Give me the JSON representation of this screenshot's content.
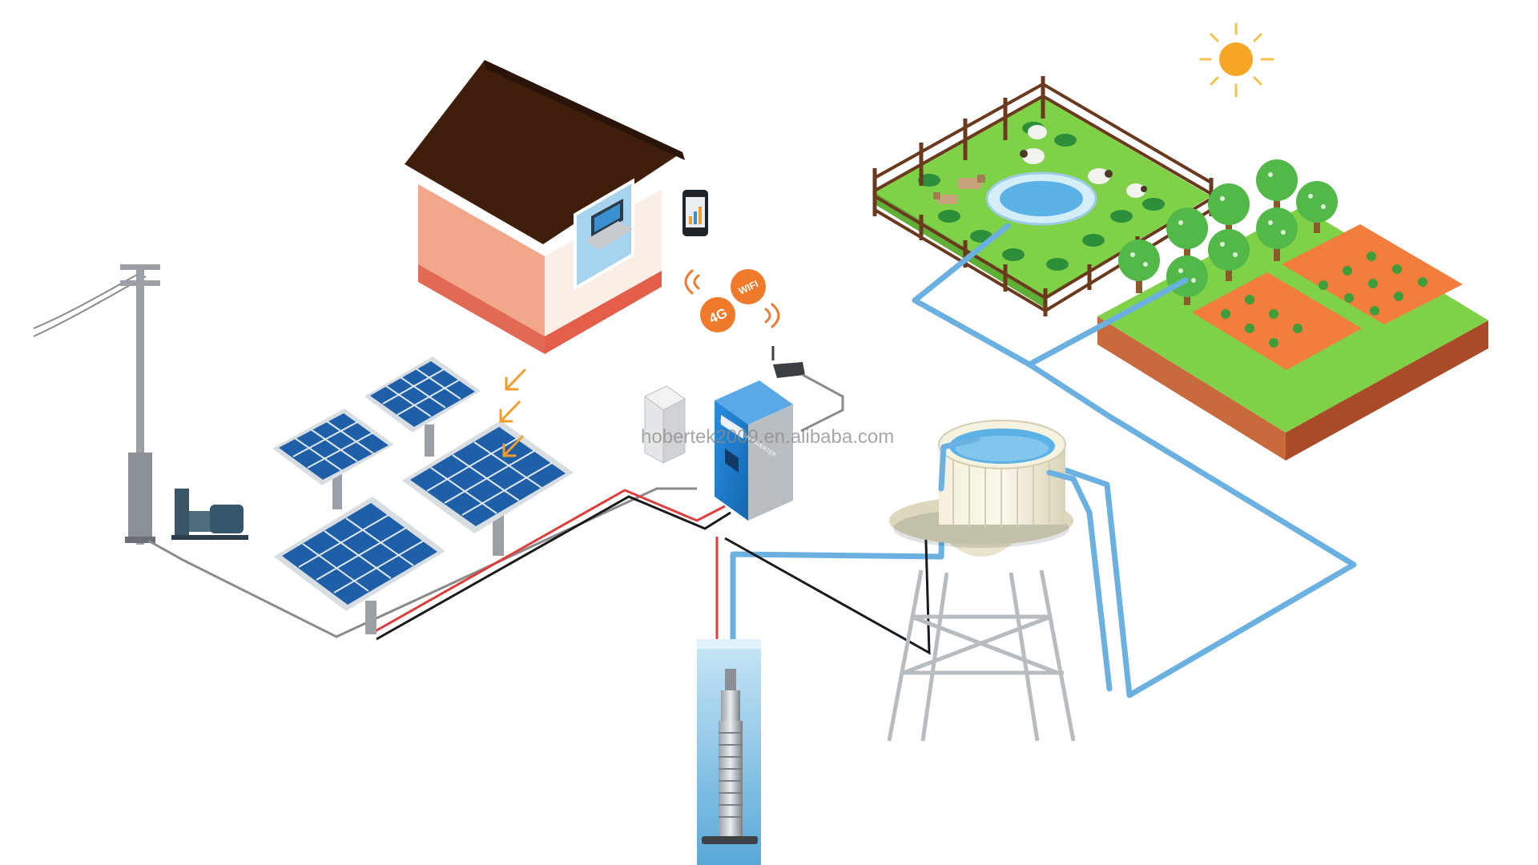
{
  "watermark": "hobertek2009.en.alibaba.com",
  "wireless": {
    "label_4g": "4G",
    "label_wifi": "WIFI"
  },
  "inverter": {
    "label": "INTELLIGENT INVERTER"
  },
  "colors": {
    "water_pipe": "#6ab0e0",
    "dc_positive": "#e03c3c",
    "dc_negative": "#1a1a1a",
    "grid_cable": "#8a8a8a",
    "accent_orange": "#f29d2e",
    "inverter_blue": "#1e7fd0",
    "grass": "#7cd24a",
    "soil": "#c45a32",
    "roof": "#3f1f0c",
    "house_wall": "#f2a68a"
  },
  "icons": [
    "sun-icon",
    "house-icon",
    "smartphone-icon",
    "laptop-icon",
    "router-icon",
    "solar-panel-icon",
    "inverter-icon",
    "switch-box-icon",
    "utility-pole-icon",
    "surface-pump-icon",
    "submersible-pump-icon",
    "water-tower-icon",
    "pond-icon",
    "tree-icon",
    "sheep-icon",
    "cow-icon",
    "crop-icon"
  ]
}
